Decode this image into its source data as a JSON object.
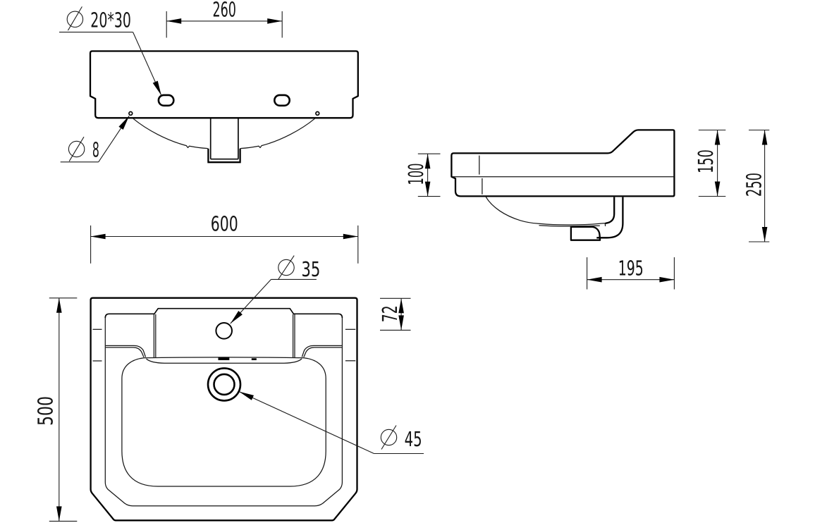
{
  "drawing": {
    "type": "technical-drawing",
    "subject": "wash basin three-view dimensional drawing",
    "colors": {
      "background": "#ffffff",
      "line": "#000000"
    },
    "front_view": {
      "dim_tap_hole_spacing": "260",
      "label_tap_hole": {
        "symbol": "Ø",
        "text": "20*30"
      },
      "label_small_hole": {
        "symbol": "Ø",
        "text": "8"
      }
    },
    "side_view": {
      "dim_front_apron_height": "100",
      "dim_body_height": "150",
      "dim_total_height": "250",
      "dim_waste_offset": "195"
    },
    "plan_view": {
      "dim_width": "600",
      "dim_depth": "500",
      "dim_faucet_offset": "72",
      "label_faucet_hole": {
        "symbol": "Ø",
        "text": "35"
      },
      "label_waste_hole": {
        "symbol": "Ø",
        "text": "45"
      }
    }
  }
}
